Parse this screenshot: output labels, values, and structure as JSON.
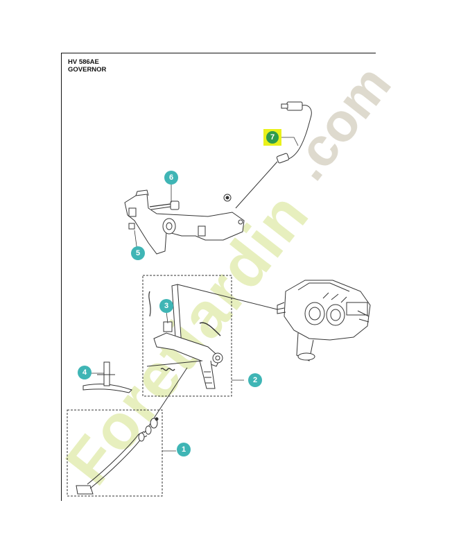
{
  "header": {
    "model": "HV 586AE",
    "section": "GOVERNOR"
  },
  "callouts": [
    {
      "number": "1"
    },
    {
      "number": "2"
    },
    {
      "number": "3"
    },
    {
      "number": "4"
    },
    {
      "number": "5"
    },
    {
      "number": "6"
    },
    {
      "number": "7"
    }
  ],
  "highlighted_callout": "7",
  "watermark": {
    "text_main": "Foretjardin",
    "text_suffix": ".com"
  },
  "colors": {
    "callout": "#3fb5b5",
    "highlight": "#e9f11a",
    "watermark_green": "#dfe9a8",
    "watermark_orange": "#f6c58c",
    "watermark_gray": "#d8d3c6",
    "line": "#333333"
  }
}
